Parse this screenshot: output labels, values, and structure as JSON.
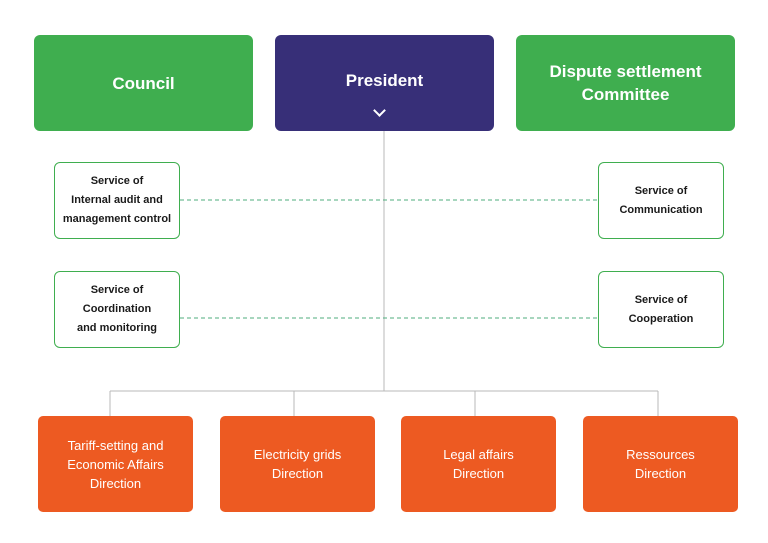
{
  "colors": {
    "green": "#3fae4f",
    "purple": "#372f78",
    "orange": "#ed5a22",
    "line": "#b9b9b9",
    "dashed": "#4fae7e"
  },
  "top": {
    "council": "Council",
    "president": "President",
    "president_icon": "chevron-down-icon",
    "dispute": "Dispute settlement\nCommittee"
  },
  "services": {
    "internal_audit": "Service  of\nInternal audit and\nmanagement control",
    "communication": "Service of\nCommunication",
    "coordination": "Service of\nCoordination\nand monitoring",
    "cooperation": "Service of\nCooperation"
  },
  "directions": {
    "tariff": "Tariff-setting and\nEconomic Affairs\nDirection",
    "grids": "Electricity grids\nDirection",
    "legal": "Legal affairs\nDirection",
    "resources": "Ressources\nDirection"
  }
}
